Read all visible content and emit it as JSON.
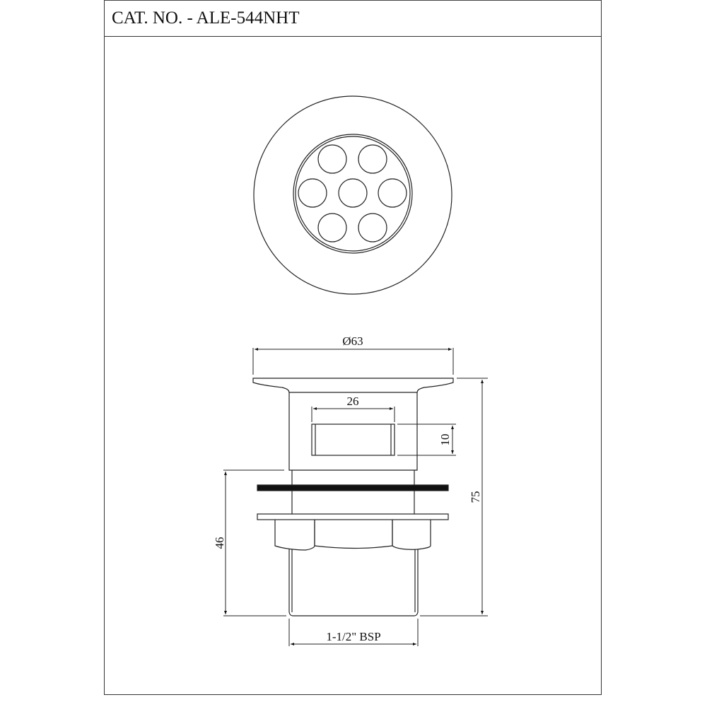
{
  "header": {
    "catalog_label": "CAT. NO. - ALE-544NHT"
  },
  "top_view": {
    "description": "Top view of grate with 7 holes",
    "hole_count": 7
  },
  "side_view": {
    "dimensions": {
      "flange_diameter": "Ø63",
      "slot_width": "26",
      "slot_height": "10",
      "overall_height": "75",
      "thread_length": "46",
      "thread_size": "1-1/2\" BSP"
    }
  }
}
